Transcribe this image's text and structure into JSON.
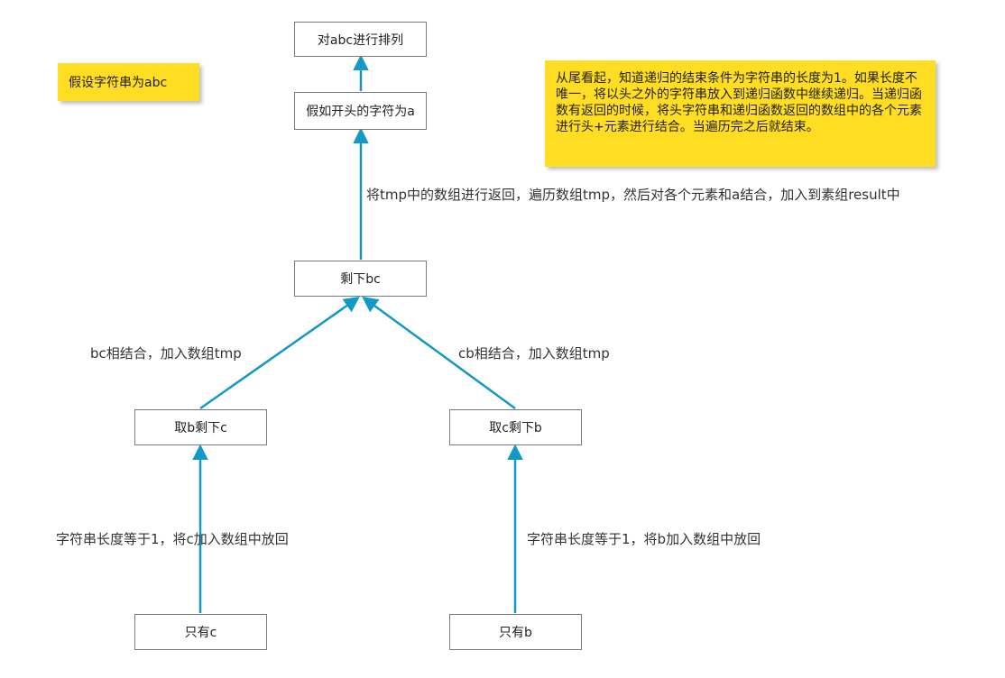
{
  "nodes": {
    "sort_abc": "对abc进行排列",
    "first_char_a": "假如开头的字符为a",
    "remain_bc": "剩下bc",
    "take_b_remain_c": "取b剩下c",
    "take_c_remain_b": "取c剩下b",
    "only_c": "只有c",
    "only_b": "只有b"
  },
  "notes": {
    "assume": "假设字符串为abc",
    "explanation": "从尾看起，知道递归的结束条件为字符串的长度为1。如果长度不唯一，将以头之外的字符串放入到递归函数中继续递归。当递归函数有返回的时候，将头字符串和递归函数返回的数组中的各个元素进行头+元素进行结合。当遍历完之后就结束。"
  },
  "edge_labels": {
    "return_tmp": "将tmp中的数组进行返回，遍历数组tmp，然后对各个元素和a结合，加入到素组result中",
    "bc_combine": "bc相结合，加入数组tmp",
    "cb_combine": "cb相结合，加入数组tmp",
    "len1_c": "字符串长度等于1，将c加入数组中放回",
    "len1_b": "字符串长度等于1，将b加入数组中放回"
  },
  "colors": {
    "arrow": "#1399c6",
    "note_fill": "#ffdd22",
    "box_border": "#7a7a7a"
  }
}
